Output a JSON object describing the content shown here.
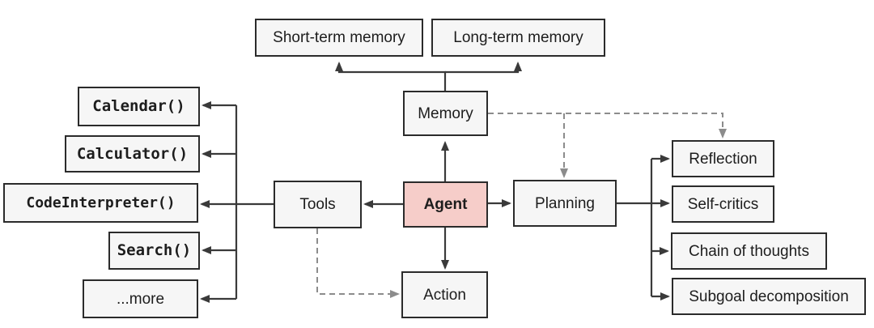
{
  "diagram": {
    "colors": {
      "background": "#ffffff",
      "box_fill": "#f6f6f6",
      "box_border": "#2b2b2b",
      "agent_fill": "#f6cdc9",
      "solid_connector": "#3a3a3a",
      "dashed_connector": "#8c8c8c"
    },
    "nodes": {
      "short_term_memory": {
        "label": "Short-term memory"
      },
      "long_term_memory": {
        "label": "Long-term memory"
      },
      "memory": {
        "label": "Memory"
      },
      "agent": {
        "label": "Agent"
      },
      "tools": {
        "label": "Tools"
      },
      "planning": {
        "label": "Planning"
      },
      "action": {
        "label": "Action"
      },
      "calendar": {
        "label": "Calendar()"
      },
      "calculator": {
        "label": "Calculator()"
      },
      "code_interpreter": {
        "label": "CodeInterpreter()"
      },
      "search": {
        "label": "Search()"
      },
      "more": {
        "label": "...more"
      },
      "reflection": {
        "label": "Reflection"
      },
      "self_critics": {
        "label": "Self-critics"
      },
      "chain_of_thoughts": {
        "label": "Chain of thoughts"
      },
      "subgoal_decomposition": {
        "label": "Subgoal decomposition"
      }
    }
  }
}
